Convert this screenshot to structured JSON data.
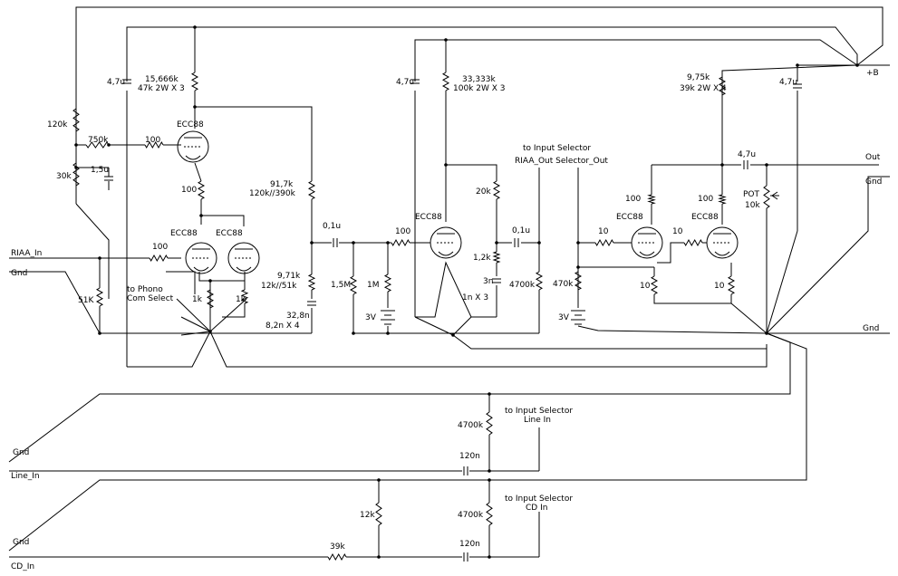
{
  "supply": {
    "bplus": "+B"
  },
  "outputs": {
    "out": "Out",
    "gnd_out": "Gnd",
    "gnd_right": "Gnd"
  },
  "inputs": {
    "riaa_in": "RIAA_In",
    "gnd_riaa": "Gnd",
    "gnd_line": "Gnd",
    "line_in": "Line_In",
    "gnd_cd": "Gnd",
    "cd_in": "CD_In"
  },
  "notes": {
    "phono_line1": "to Phono",
    "phono_line2": "Com Select",
    "riaa_sel_line1": "to Input Selector",
    "riaa_sel_line2": "RIAA_Out Selector_Out",
    "line_sel_line1": "to Input Selector",
    "line_sel_line2": "Line In",
    "cd_sel_line1": "to Input Selector",
    "cd_sel_line2": "CD In"
  },
  "stage1": {
    "c_dec": "4,7u",
    "r_plate_val": "15,666k",
    "r_plate_desc": "47k 2W X 3",
    "r120k": "120k",
    "r750k": "750k",
    "r100_grid": "100",
    "tube_top": "ECC88",
    "c15u": "1,5u",
    "r30k": "30k",
    "r100_mid": "100",
    "tube_bl": "ECC88",
    "tube_br": "ECC88",
    "r100_in": "100",
    "r51k": "51K",
    "r1k_a": "1k",
    "r1k_b": "1k",
    "r917_val": "91,7k",
    "r917_desc": "120k//390k",
    "r971_val": "9,71k",
    "r971_desc": "12k//51k",
    "c328_val": "32,8n",
    "c328_desc": "8,2n X 4"
  },
  "stage2": {
    "c01_in": "0,1u",
    "r15m": "1,5M",
    "r1m": "1M",
    "batt": "3V",
    "r100": "100",
    "tube": "ECC88",
    "c_dec": "4,7u",
    "r_plate_val": "33,333k",
    "r_plate_desc": "100k 2W X 3",
    "r20k": "20k",
    "r12k": "1,2k",
    "c3n": "3n",
    "c1n": "1n X 3",
    "c01_out": "0,1u",
    "r4700k": "4700k"
  },
  "stage3": {
    "r_plate_val": "9,75k",
    "r_plate_desc": "39k 2W X 4",
    "c_dec": "4,7u",
    "c_out": "4,7u",
    "r100_a": "100",
    "r100_b": "100",
    "tube_a": "ECC88",
    "tube_b": "ECC88",
    "r10_grid_a": "10",
    "r10_grid_b": "10",
    "r470k": "470k",
    "batt": "3V",
    "r10_k_a": "10",
    "r10_k_b": "10",
    "pot_val": "POT",
    "pot_desc": "10k"
  },
  "line_input": {
    "r4700k": "4700k",
    "c120n": "120n"
  },
  "cd_input": {
    "r12k": "12k",
    "r39k": "39k",
    "r4700k": "4700k",
    "c120n": "120n"
  }
}
